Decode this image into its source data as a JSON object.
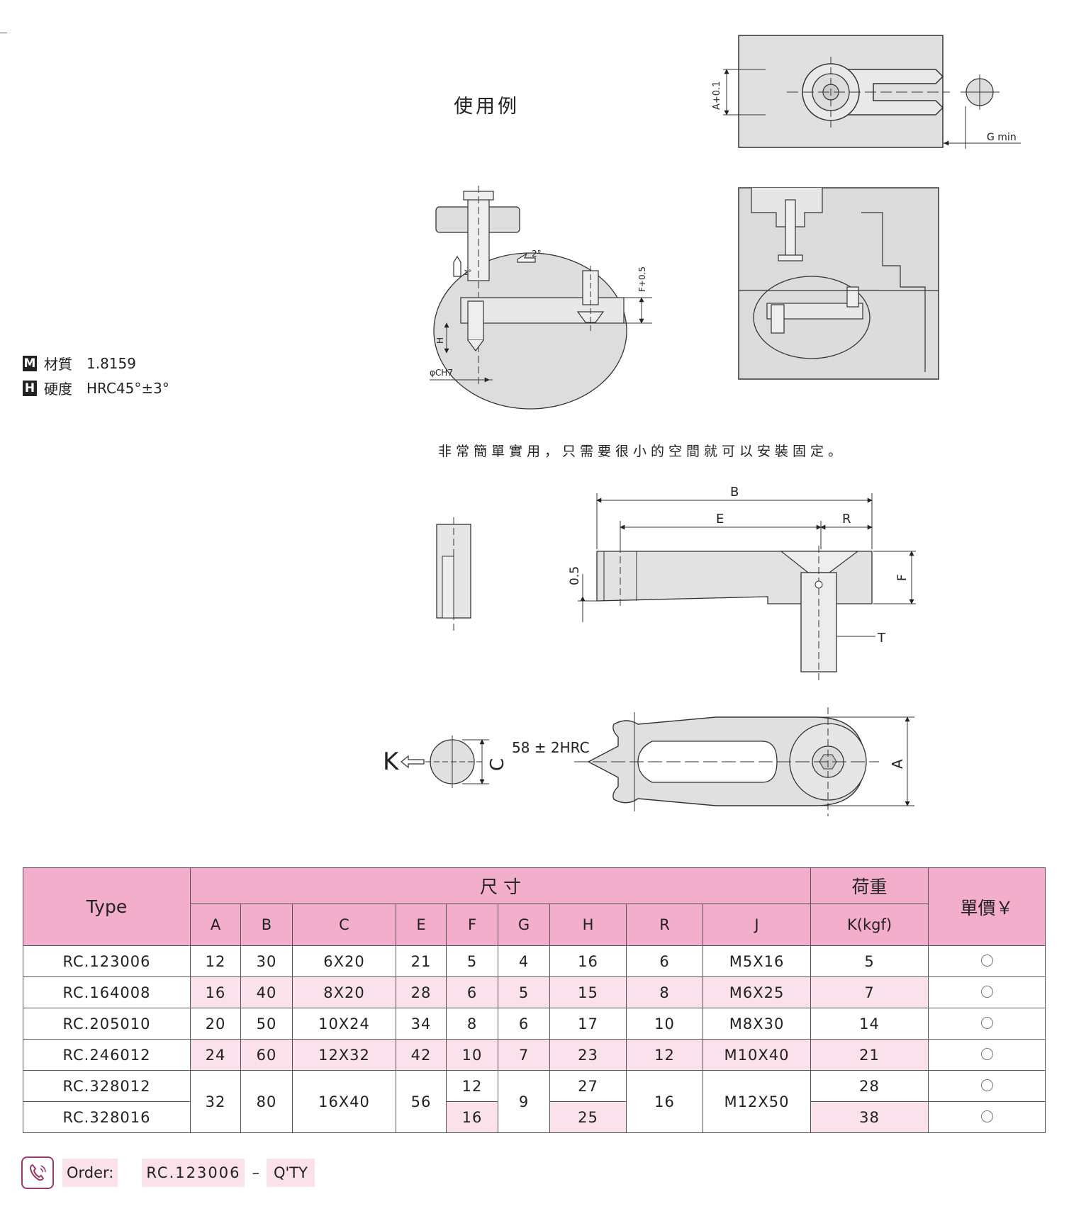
{
  "usage_title": "使用例",
  "material": {
    "badge": "M",
    "label": "材質",
    "value": "1.8159"
  },
  "hardness": {
    "badge": "H",
    "label": "硬度",
    "value": "HRC45°±3°"
  },
  "description": "非常簡單實用，只需要很小的空間就可以安裝固定。",
  "drawing_labels": {
    "a_tol": "A+0.1",
    "g_min": "G min",
    "angle2": "2°",
    "angle1": "1°",
    "h": "H",
    "phi_c": "φCH7",
    "f_tol": "F+0.5",
    "b": "B",
    "e": "E",
    "r": "R",
    "f": "F",
    "t": "T",
    "gap": "0.5",
    "k": "K",
    "c": "C",
    "hrc": "58 ± 2HRC",
    "a": "A"
  },
  "table": {
    "type_header": "Type",
    "dim_header": "尺 寸",
    "load_header": "荷重",
    "load_unit": "K(kgf)",
    "price_header": "單價￥",
    "columns": [
      "A",
      "B",
      "C",
      "E",
      "F",
      "G",
      "H",
      "R",
      "J"
    ],
    "rows": [
      {
        "type": "RC.123006",
        "A": "12",
        "B": "30",
        "C": "6X20",
        "E": "21",
        "F": "5",
        "G": "4",
        "H": "16",
        "R": "6",
        "J": "M5X16",
        "K": "5"
      },
      {
        "type": "RC.164008",
        "A": "16",
        "B": "40",
        "C": "8X20",
        "E": "28",
        "F": "6",
        "G": "5",
        "H": "15",
        "R": "8",
        "J": "M6X25",
        "K": "7"
      },
      {
        "type": "RC.205010",
        "A": "20",
        "B": "50",
        "C": "10X24",
        "E": "34",
        "F": "8",
        "G": "6",
        "H": "17",
        "R": "10",
        "J": "M8X30",
        "K": "14"
      },
      {
        "type": "RC.246012",
        "A": "24",
        "B": "60",
        "C": "12X32",
        "E": "42",
        "F": "10",
        "G": "7",
        "H": "23",
        "R": "12",
        "J": "M10X40",
        "K": "21"
      },
      {
        "type": "RC.328012",
        "A": "32",
        "B": "80",
        "C": "16X40",
        "E": "56",
        "F": "12",
        "G": "9",
        "H": "27",
        "R": "16",
        "J": "M12X50",
        "K": "28"
      },
      {
        "type": "RC.328016",
        "F": "16",
        "H": "25",
        "K": "38"
      }
    ]
  },
  "order": {
    "label": "Order:",
    "code": "RC.123006",
    "separator": "–",
    "qty": "Q'TY"
  }
}
